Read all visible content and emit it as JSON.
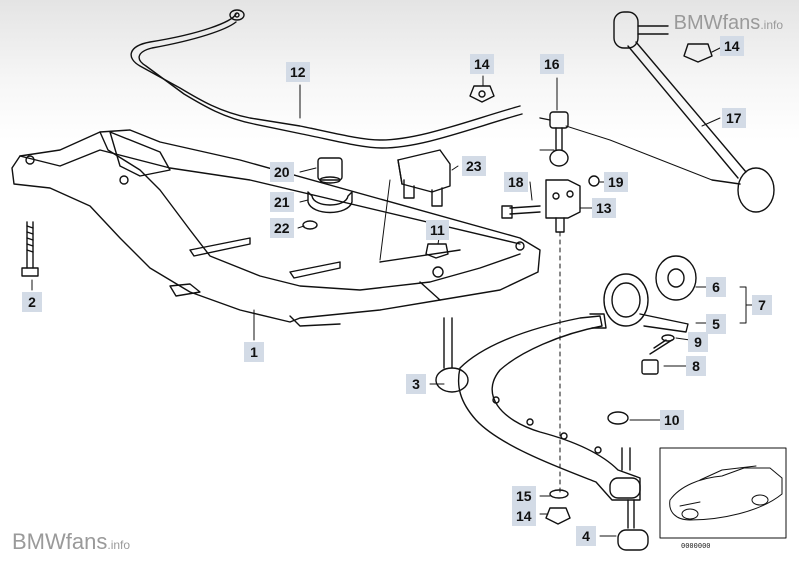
{
  "watermark": {
    "brand": "BMWfans",
    "suffix": ".info"
  },
  "callouts": [
    {
      "id": "c1",
      "label": "1"
    },
    {
      "id": "c2",
      "label": "2"
    },
    {
      "id": "c3",
      "label": "3"
    },
    {
      "id": "c4",
      "label": "4"
    },
    {
      "id": "c5",
      "label": "5"
    },
    {
      "id": "c6",
      "label": "6"
    },
    {
      "id": "c7",
      "label": "7"
    },
    {
      "id": "c8",
      "label": "8"
    },
    {
      "id": "c9",
      "label": "9"
    },
    {
      "id": "c10",
      "label": "10"
    },
    {
      "id": "c11",
      "label": "11"
    },
    {
      "id": "c12",
      "label": "12"
    },
    {
      "id": "c13",
      "label": "13"
    },
    {
      "id": "c14a",
      "label": "14"
    },
    {
      "id": "c14b",
      "label": "14"
    },
    {
      "id": "c14c",
      "label": "14"
    },
    {
      "id": "c15",
      "label": "15"
    },
    {
      "id": "c16",
      "label": "16"
    },
    {
      "id": "c17",
      "label": "17"
    },
    {
      "id": "c18",
      "label": "18"
    },
    {
      "id": "c19",
      "label": "19"
    },
    {
      "id": "c20",
      "label": "20"
    },
    {
      "id": "c21",
      "label": "21"
    },
    {
      "id": "c22",
      "label": "22"
    },
    {
      "id": "c23",
      "label": "23"
    }
  ],
  "inset": {
    "code": "0000000"
  },
  "colors": {
    "callout_bg": "#d3dbe6",
    "line": "#111111",
    "watermark": "#9a9a9a"
  }
}
